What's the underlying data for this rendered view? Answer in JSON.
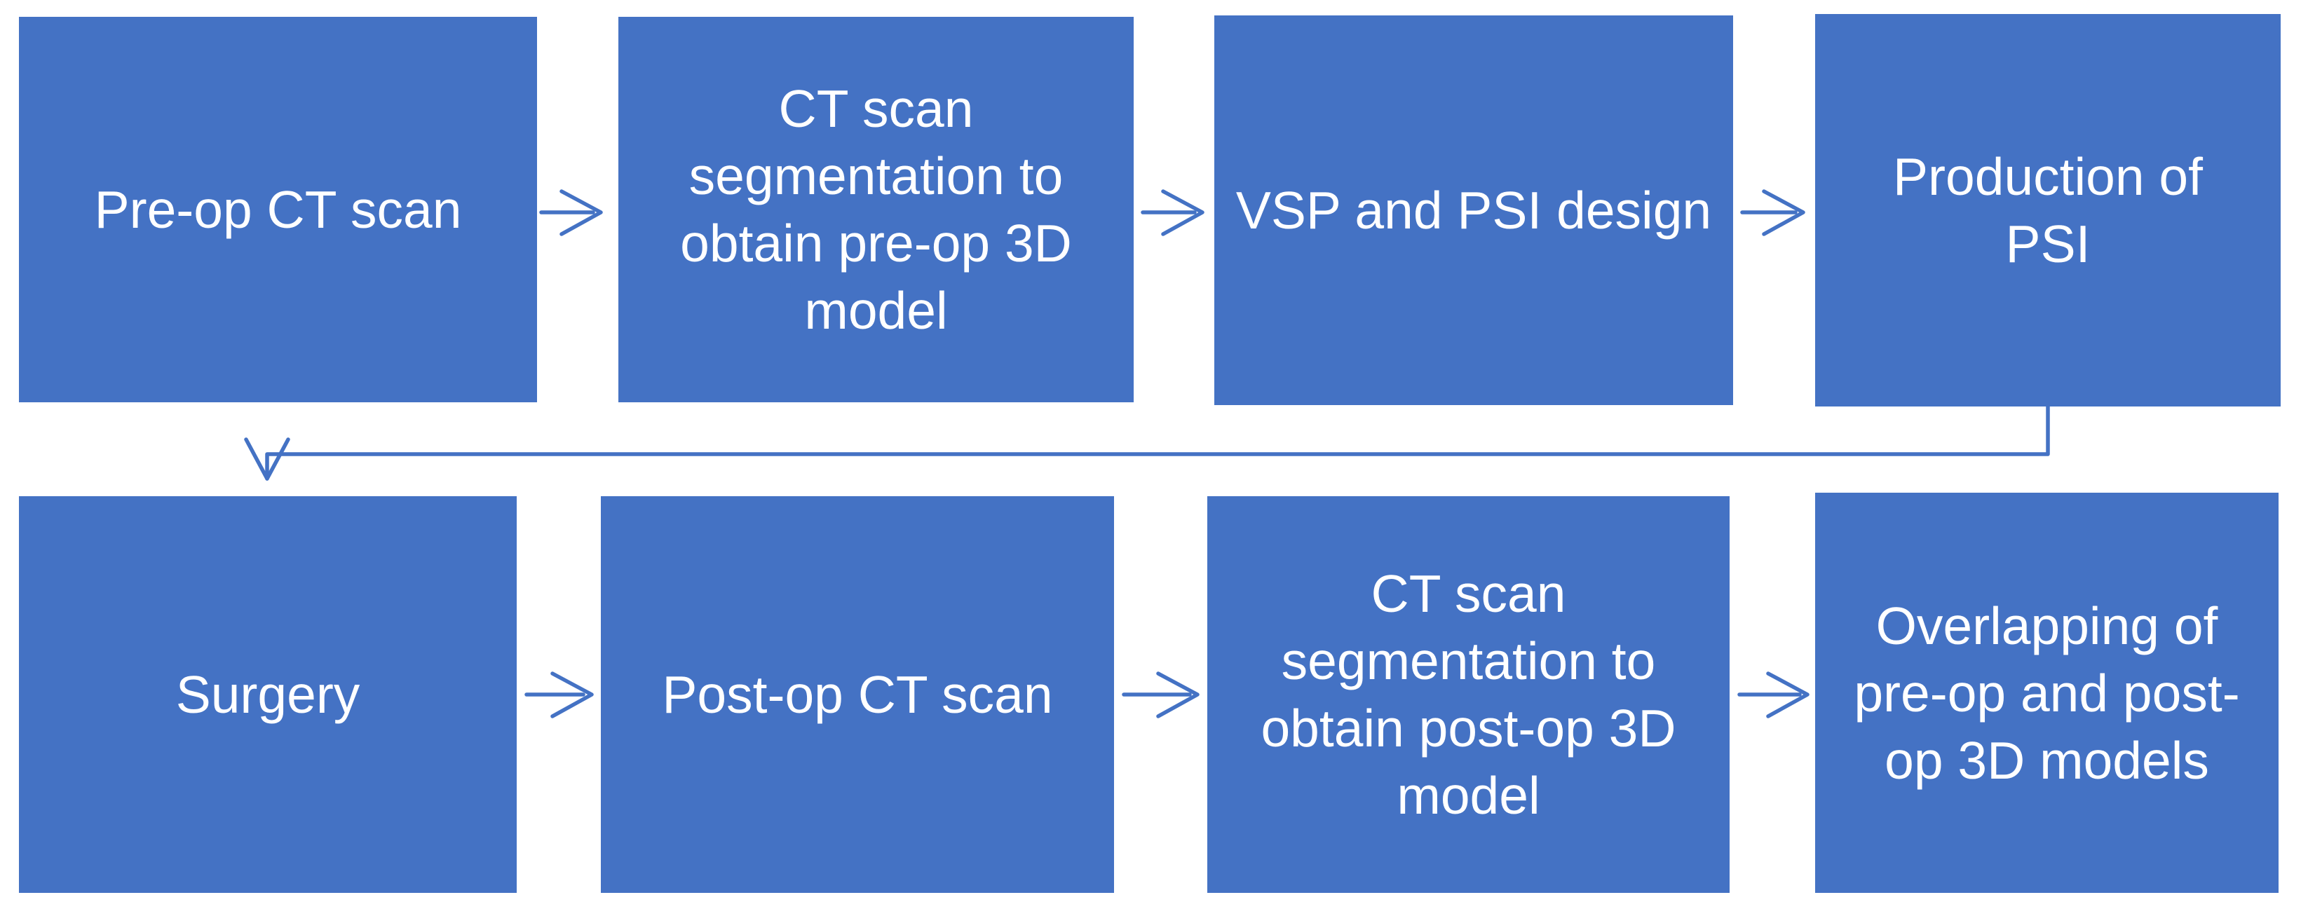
{
  "diagram": {
    "type": "flowchart",
    "rows": 2,
    "colors": {
      "node_fill": "#4472C4",
      "node_text": "#FFFFFF",
      "arrow": "#4472C4"
    },
    "nodes": [
      {
        "id": "pre-op-ct-scan",
        "label": "Pre-op CT scan"
      },
      {
        "id": "ct-seg-pre-op",
        "label": "CT scan\nsegmentation to\nobtain pre-op 3D\nmodel"
      },
      {
        "id": "vsp-psi-design",
        "label": "VSP and PSI design"
      },
      {
        "id": "production-psi",
        "label": "Production of\nPSI"
      },
      {
        "id": "surgery",
        "label": "Surgery"
      },
      {
        "id": "post-op-ct-scan",
        "label": "Post-op CT scan"
      },
      {
        "id": "ct-seg-post-op",
        "label": "CT scan\nsegmentation to\nobtain post-op 3D\nmodel"
      },
      {
        "id": "overlapping",
        "label": "Overlapping of\npre-op and post-\nop 3D models"
      }
    ],
    "edges": [
      {
        "from": "pre-op-ct-scan",
        "to": "ct-seg-pre-op"
      },
      {
        "from": "ct-seg-pre-op",
        "to": "vsp-psi-design"
      },
      {
        "from": "vsp-psi-design",
        "to": "production-psi"
      },
      {
        "from": "production-psi",
        "to": "surgery"
      },
      {
        "from": "surgery",
        "to": "post-op-ct-scan"
      },
      {
        "from": "post-op-ct-scan",
        "to": "ct-seg-post-op"
      },
      {
        "from": "ct-seg-post-op",
        "to": "overlapping"
      }
    ]
  }
}
